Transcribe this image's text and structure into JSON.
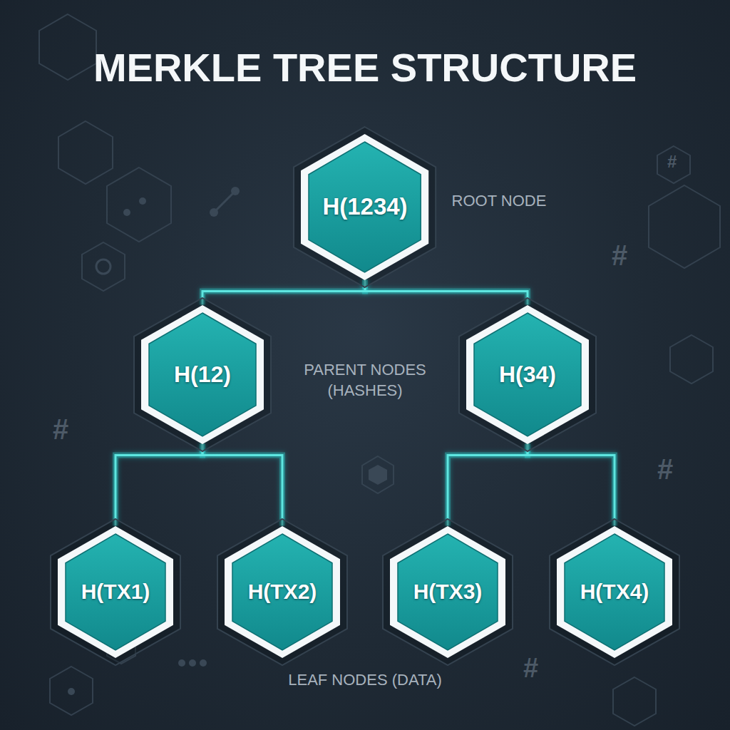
{
  "diagram": {
    "title": "MERKLE TREE STRUCTURE",
    "nodes": [
      {
        "text": [
          "H(1234)"
        ]
      },
      {
        "text": [
          "H(12)"
        ]
      },
      {
        "text": [
          "H(34)"
        ]
      },
      {
        "text": [
          "H(TX1)"
        ]
      },
      {
        "text": [
          "H(TX2)"
        ]
      },
      {
        "text": [
          "H(TX3)"
        ]
      },
      {
        "text": [
          "H(TX4)"
        ]
      }
    ],
    "edges": [
      {
        "from": 0,
        "to": 1,
        "arrow": "none"
      },
      {
        "from": 0,
        "to": 2,
        "arrow": "none"
      },
      {
        "from": 1,
        "to": 3,
        "arrow": "none"
      },
      {
        "from": 1,
        "to": 4,
        "arrow": "none"
      },
      {
        "from": 2,
        "to": 5,
        "arrow": "none"
      },
      {
        "from": 2,
        "to": 6,
        "arrow": "none"
      }
    ],
    "labels": [
      "ROOT NODE",
      "PARENT NODES (HASHES)",
      "LEAF NODES (DATA)",
      "#",
      "#",
      "#",
      "#",
      "#"
    ]
  }
}
